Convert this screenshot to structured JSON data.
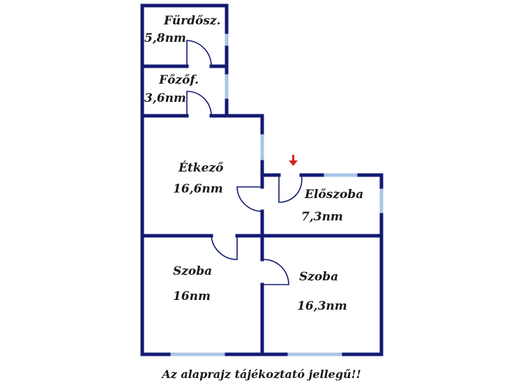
{
  "colors": {
    "wall": "#131a73",
    "window": "#a9c4e6",
    "entry": "#d42020"
  },
  "rooms": [
    {
      "id": "furdoszoba",
      "name": "Fürdősz.",
      "area": "5,8nm"
    },
    {
      "id": "fozofulke",
      "name": "Főzőf.",
      "area": "3,6nm"
    },
    {
      "id": "etkezo",
      "name": "Étkező",
      "area": "16,6nm"
    },
    {
      "id": "eloszoba",
      "name": "Előszoba",
      "area": "7,3nm"
    },
    {
      "id": "szoba-left",
      "name": "Szoba",
      "area": "16nm"
    },
    {
      "id": "szoba-right",
      "name": "Szoba",
      "area": "16,3nm"
    }
  ],
  "entrance_marker": "entrance-arrow-icon",
  "disclaimer": "Az alaprajz tájékoztató jellegű!!"
}
